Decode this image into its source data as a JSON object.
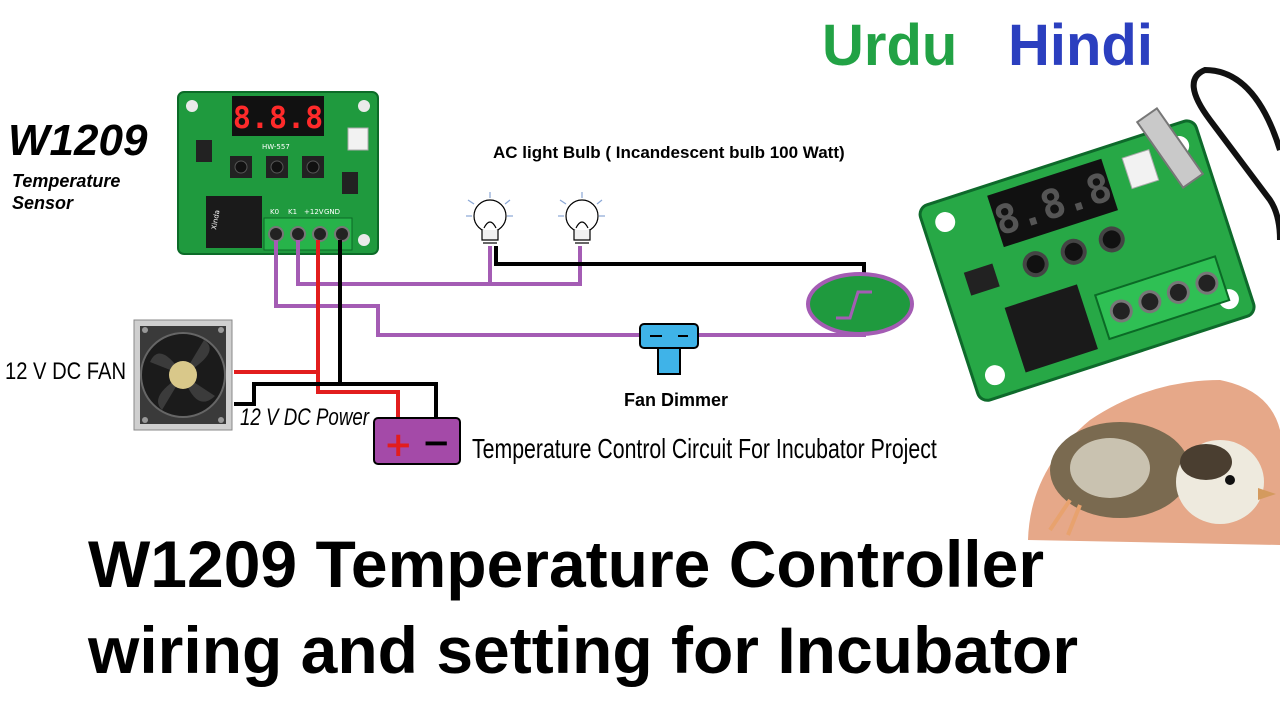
{
  "header": {
    "lang_urdu": "Urdu",
    "lang_hindi": "Hindi"
  },
  "module": {
    "title": "W1209",
    "subtitle_line1": "Temperature",
    "subtitle_line2": "Sensor",
    "display_digits": "8.8.8"
  },
  "diagram": {
    "bulb_label": "AC light Bulb ( Incandescent bulb 100 Watt)",
    "fan_label": "12 V DC FAN",
    "power_label": "12 V DC Power",
    "dimmer_label": "Fan Dimmer",
    "circuit_label": "Temperature Control Circuit For Incubator Project",
    "terminal_labels": [
      "K0",
      "K1",
      "+12V",
      "GND"
    ],
    "board_marking": "HW-557",
    "battery_plus": "+",
    "battery_minus": "−"
  },
  "headline": {
    "line1": "W1209 Temperature Controller",
    "line2": "wiring and setting for Incubator"
  },
  "colors": {
    "urdu": "#22a245",
    "hindi": "#2b3fbf",
    "wire_purple": "#a45cb4",
    "wire_red": "#e21d1d",
    "wire_black": "#000000",
    "pcb_green": "#1f9a3e"
  },
  "icons": [
    "w1209-board-icon",
    "light-bulb-icon",
    "cooling-fan-icon",
    "battery-icon",
    "dimmer-icon",
    "chick-photo",
    "temperature-probe-icon"
  ]
}
